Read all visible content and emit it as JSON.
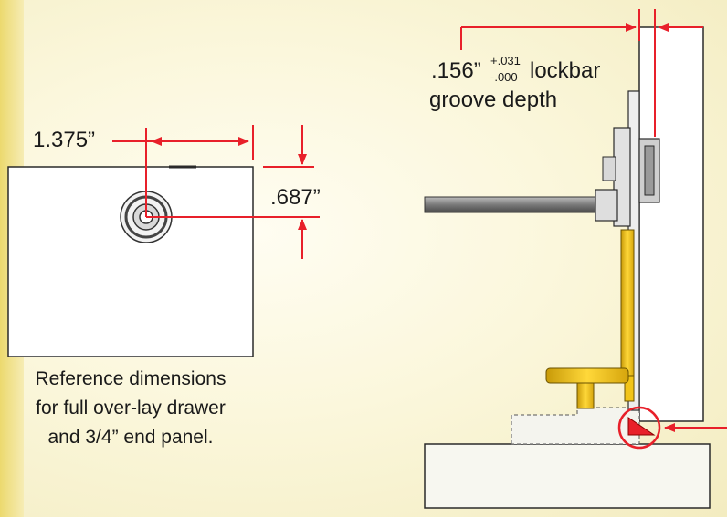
{
  "left_drawing": {
    "horizontal_dim": "1.375”",
    "vertical_dim": ".687”",
    "caption_lines": [
      "Reference dimensions",
      "for full over-lay drawer",
      "and 3/4” end panel."
    ]
  },
  "right_drawing": {
    "dim_value": ".156”",
    "tol_plus": "+.031",
    "tol_minus": "-.000",
    "dim_desc_line1": "lockbar",
    "dim_desc_line2": "groove depth"
  },
  "colors": {
    "dimension_red": "#e8202a",
    "outline": "#2a2a2a",
    "brass": "#f2c419",
    "background": "#fbf7dc"
  }
}
